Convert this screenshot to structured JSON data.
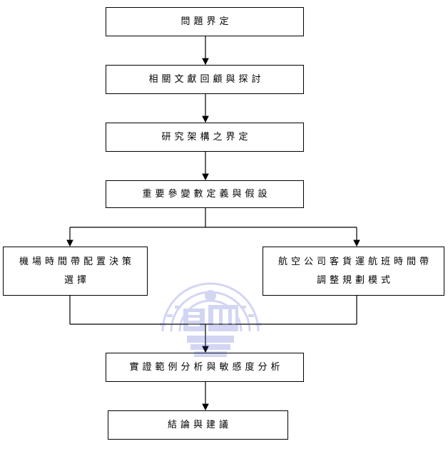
{
  "diagram": {
    "nodes": {
      "problem_definition": "問題界定",
      "literature_review": "相關文獻回顧與探討",
      "research_framework": "研究架構之界定",
      "parameter_definition": "重要參變數定義與假設",
      "airport_slot_model": {
        "line1": "機場時間帶配置決策",
        "line2": "選擇"
      },
      "airline_scheduling_model": {
        "line1": "航空公司客貨運航班時間帶",
        "line2": "調整規劃模式"
      },
      "empirical_analysis": "實證範例分析與敏感度分析",
      "conclusion": "結論與建議"
    },
    "colors": {
      "line": "#000000",
      "box_fill": "#ffffff",
      "watermark": "#3b4bc6"
    },
    "watermark_icon": "university-seal-icon"
  }
}
